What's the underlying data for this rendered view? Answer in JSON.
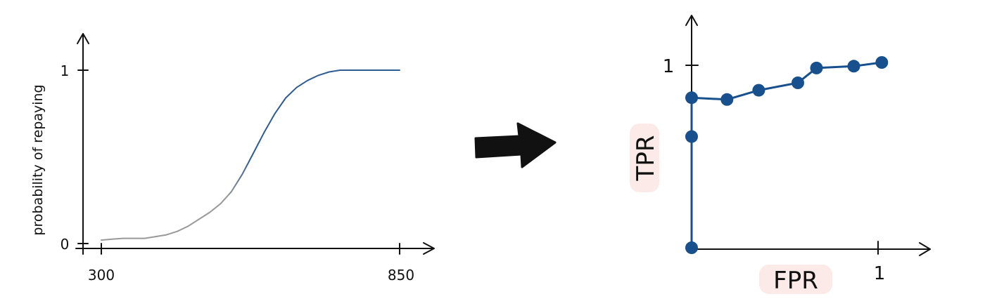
{
  "chart_data": [
    {
      "type": "line",
      "ylabel": "probability of repaying",
      "x_ticks": [
        "300",
        "850"
      ],
      "y_ticks": [
        "0",
        "1"
      ],
      "xlim": [
        300,
        850
      ],
      "ylim": [
        0,
        1
      ],
      "series": [
        {
          "gradient_colors": [
            "#999999",
            "#2e5c8f"
          ],
          "x": [
            300,
            320,
            340,
            360,
            380,
            400,
            420,
            440,
            460,
            480,
            500,
            520,
            540,
            560,
            580,
            600,
            620,
            640,
            660,
            680,
            700,
            720,
            740,
            760,
            780,
            800,
            820,
            850
          ],
          "y": [
            0.02,
            0.025,
            0.03,
            0.03,
            0.03,
            0.04,
            0.05,
            0.07,
            0.1,
            0.14,
            0.18,
            0.23,
            0.3,
            0.4,
            0.52,
            0.64,
            0.75,
            0.84,
            0.9,
            0.94,
            0.97,
            0.99,
            1.0,
            1.0,
            1.0,
            1.0,
            1.0,
            1.0
          ]
        }
      ]
    },
    {
      "type": "scatter",
      "xlabel": "FPR",
      "ylabel": "TPR",
      "x_ticks": [
        "1"
      ],
      "y_ticks": [
        "1"
      ],
      "xlim": [
        0,
        1
      ],
      "ylim": [
        0,
        1
      ],
      "label_bg": "#fbeae7",
      "series": [
        {
          "color": "#17508c",
          "x": [
            0.0,
            0.0,
            0.0,
            0.19,
            0.36,
            0.57,
            0.67,
            0.87,
            1.02
          ],
          "y": [
            0.0,
            0.6,
            0.81,
            0.8,
            0.85,
            0.89,
            0.97,
            0.98,
            1.0
          ]
        }
      ]
    }
  ],
  "arrow": {
    "color": "#111111",
    "icon": "right-arrow-icon"
  }
}
